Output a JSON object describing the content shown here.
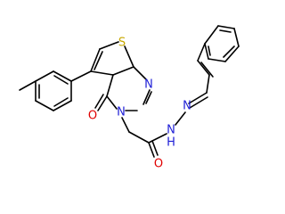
{
  "molecule": {
    "atoms": {
      "sulfur": "S",
      "ring_n_top": "N",
      "ring_n_bottom": "N",
      "ketone_o": "O",
      "hydrazide_nh": "N",
      "hydrazide_h": "H",
      "imine_n": "N",
      "amide_o": "O"
    }
  },
  "colors": {
    "bond": "#000000",
    "sulfur": "#c8a800",
    "nitrogen": "#1f1fd6",
    "oxygen": "#e00000"
  }
}
